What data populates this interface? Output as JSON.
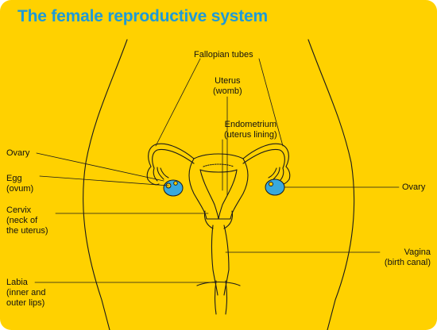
{
  "title": "The female reproductive system",
  "colors": {
    "background": "#FFD100",
    "title": "#1E9AD6",
    "ovary": "#39A9DC",
    "lines": "#1A1A1A"
  },
  "labels": {
    "fallopian_tubes": "Fallopian tubes",
    "uterus": [
      "Uterus",
      "(womb)"
    ],
    "endometrium": [
      "Endometrium",
      "(uterus lining)"
    ],
    "ovary_left": "Ovary",
    "egg": [
      "Egg",
      "(ovum)"
    ],
    "cervix": [
      "Cervix",
      "(neck of",
      "the uterus)"
    ],
    "ovary_right": "Ovary",
    "vagina": [
      "Vagina",
      "(birth canal)"
    ],
    "labia": [
      "Labia",
      "(inner and",
      "outer lips)"
    ]
  }
}
